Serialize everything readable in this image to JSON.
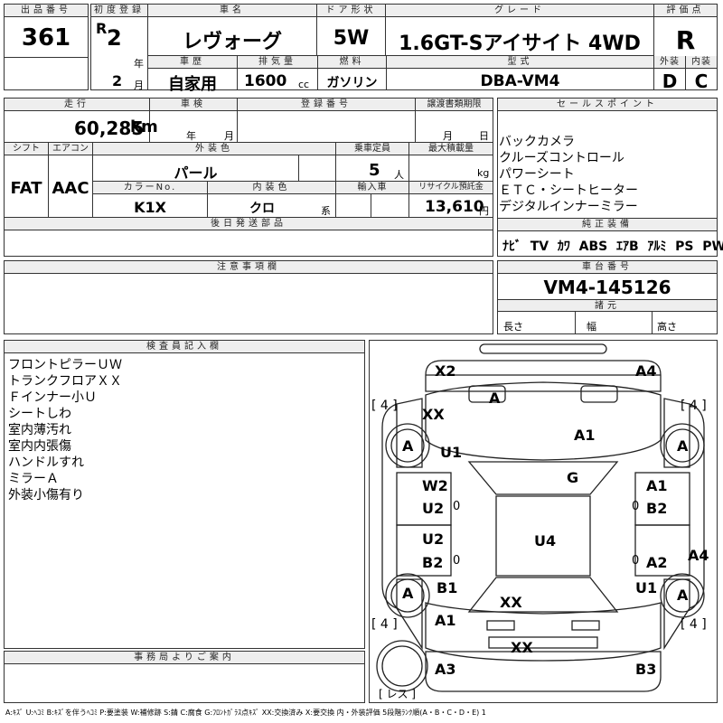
{
  "header": {
    "lot_label": "出品番号",
    "lot_value": "361",
    "reg_label": "初度登録",
    "era": "R",
    "reg_year": "2",
    "year_unit": "年",
    "reg_month": "2",
    "month_unit": "月",
    "name_label": "車名",
    "name_value": "レヴォーグ",
    "door_label": "ドア形状",
    "door_value": "5W",
    "grade_label": "グレード",
    "grade_value": "1.6GT-Sアイサイト 4WD",
    "score_label": "評価点",
    "score_value": "R",
    "history_label": "車歴",
    "history_value": "自家用",
    "displacement_label": "排気量",
    "displacement_value": "1600",
    "displacement_unit": "cc",
    "fuel_label": "燃料",
    "fuel_value": "ガソリン",
    "model_label": "型式",
    "model_value": "DBA-VM4",
    "exterior_label": "外装",
    "exterior_value": "D",
    "interior_label": "内装",
    "interior_value": "C"
  },
  "row2": {
    "mileage_label": "走行",
    "mileage_value": "60,285",
    "mileage_unit": "km",
    "inspection_label": "車検",
    "year_unit": "年",
    "month_unit": "月",
    "regno_label": "登録番号",
    "transfer_label": "譲渡書類期限",
    "transfer_month": "月",
    "transfer_day": "日",
    "shift_label": "シフト",
    "shift_value": "FAT",
    "ac_label": "エアコン",
    "ac_value": "AAC",
    "color_label": "外装色",
    "color_value": "パール",
    "capacity_label": "乗車定員",
    "capacity_value": "5",
    "capacity_unit": "人",
    "maxload_label": "最大積載量",
    "maxload_unit": "kg",
    "colorno_label": "カラーNo.",
    "colorno_value": "K1X",
    "intcolor_label": "内装色",
    "intcolor_value": "クロ",
    "intcolor_unit": "系",
    "import_label": "輸入車",
    "recycle_label": "リサイクル預託金",
    "recycle_value": "13,610",
    "recycle_unit": "円",
    "later_label": "後日発送部品"
  },
  "sales_points": {
    "label": "セールスポイント",
    "items": [
      "バックカメラ",
      "クルーズコントロール",
      "パワーシート",
      "ＥＴＣ・シートヒーター",
      "デジタルインナーミラー"
    ]
  },
  "equipment": {
    "label": "純正装備",
    "items": [
      "ﾅﾋﾞ",
      "TV",
      "ｶﾜ",
      "ABS",
      "ｴｱB",
      "ｱﾙﾐ",
      "PS",
      "PW"
    ]
  },
  "caution": {
    "label": "注意事項欄"
  },
  "chassis": {
    "label": "車台番号",
    "value": "VM4-145126",
    "spec_label": "諸元",
    "length_label": "長さ",
    "width_label": "幅",
    "height_label": "高さ"
  },
  "inspector": {
    "label": "検査員記入欄",
    "notes": [
      "フロントピラーＵＷ",
      "トランクフロアＸＸ",
      "Ｆインナー小Ｕ",
      "シートしわ",
      "室内薄汚れ",
      "室内内張傷",
      "ハンドルすれ",
      "ミラーＡ",
      "外装小傷有り"
    ]
  },
  "office": {
    "label": "事務局よりご案内"
  },
  "diagram": {
    "marks": [
      "X2",
      "A4",
      "A",
      "XX",
      "A",
      "U1",
      "A1",
      "A",
      "G",
      "W2",
      "U2",
      "0",
      "A1",
      "B2",
      "0",
      "U2",
      "B2",
      "0",
      "U4",
      "A2",
      "0",
      "A4",
      "A",
      "B1",
      "U1",
      "A",
      "XX",
      "A1",
      "XX",
      "A3",
      "B3"
    ],
    "tire_labels": [
      "[ 4 ]",
      "[ 4 ]",
      "[ 4 ]",
      "[ 4 ]"
    ],
    "spare_label": "[ レス ]"
  },
  "legend": "A:ｷｽﾞ U:ﾍｺﾐ B:ｷｽﾞを伴うﾍｺﾐ P:要塗装 W:補修跡 S:錆 C:腐食 G:ﾌﾛﾝﾄｶﾞﾗｽ点ｷｽﾞ XX:交換済み X:要交換 内・外装評価 5段階ﾗﾝｸ順(A・B・C・D・E) 1"
}
